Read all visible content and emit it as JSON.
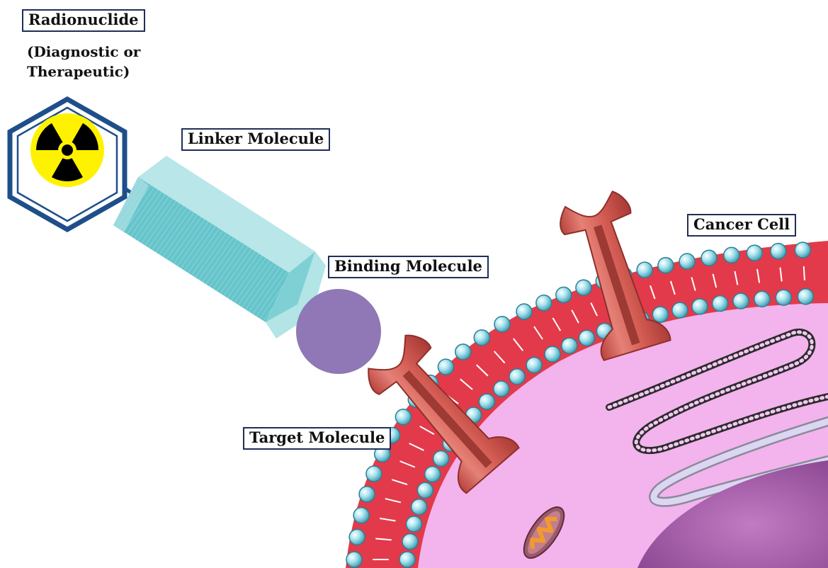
{
  "labels": {
    "radionuclide": "Radionuclide",
    "radionuclide_sub_1": "(Diagnostic or",
    "radionuclide_sub_2": "Therapeutic)",
    "linker": "Linker Molecule",
    "binding": "Binding Molecule",
    "target": "Target Molecule",
    "cancer_cell": "Cancer Cell"
  },
  "colors": {
    "label_border": "#1f2f57",
    "hexagon_outline": "#1e4f8a",
    "radiation_yellow": "#fff200",
    "radiation_black": "#000000",
    "linker_teal": "#6cc9cf",
    "binding_purple": "#8f78b5",
    "receptor_red": "#d9635a",
    "membrane_red": "#e23a4a",
    "phospholipid_head": "#8fd8e6",
    "cytoplasm_pink": "#f3b3ec",
    "nucleus_purple": "#a560a8"
  },
  "icons": [
    "radiation-trefoil-icon"
  ]
}
